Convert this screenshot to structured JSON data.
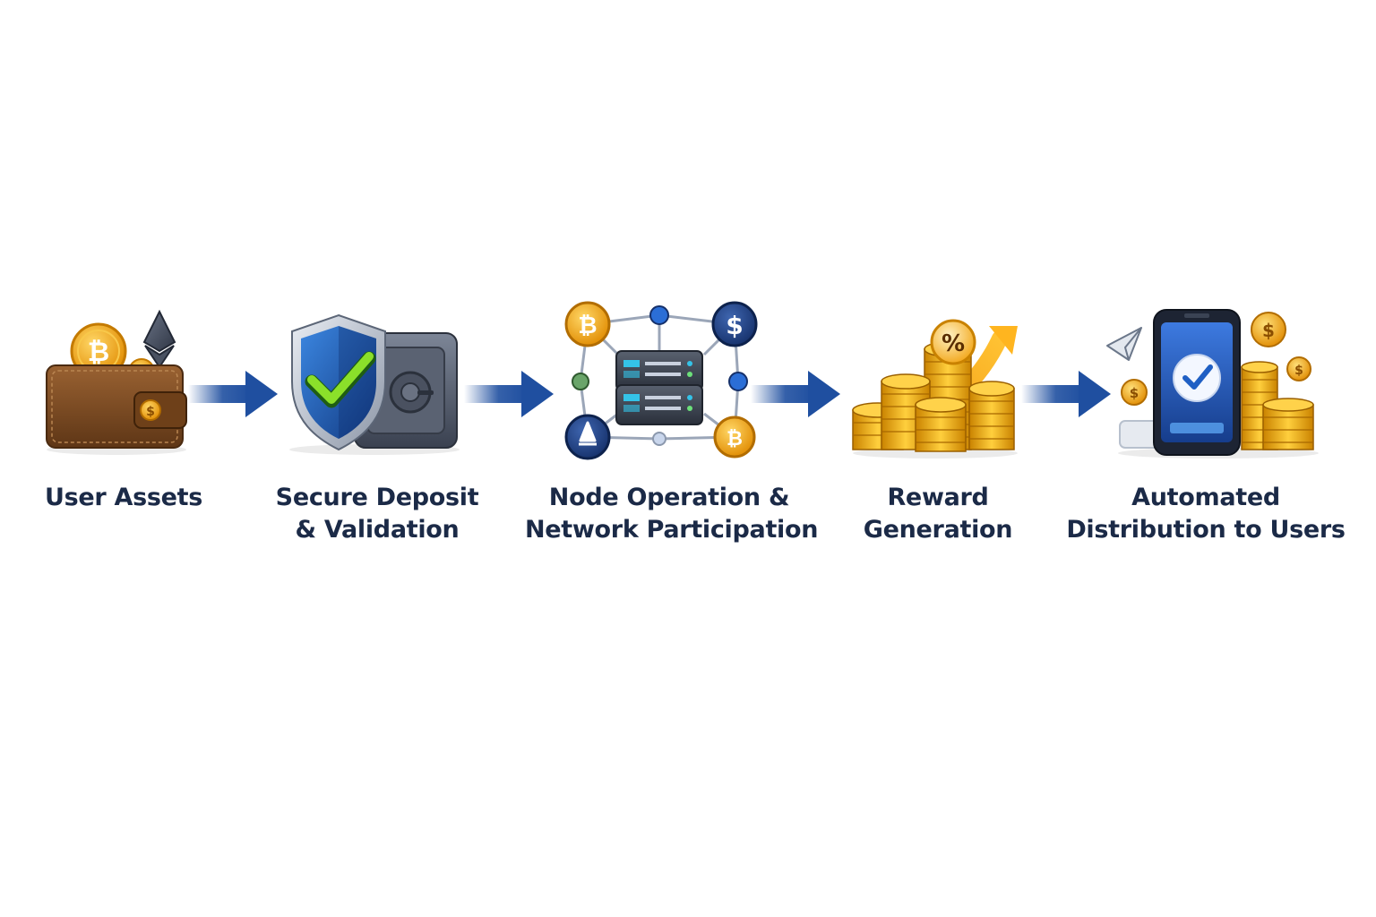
{
  "colors": {
    "label_text": "#1b2a47",
    "arrow_blue": "#1f4fa0",
    "gold": "#f2a516",
    "navy": "#1d3a78",
    "wallet_brown": "#7a4a22",
    "check_green": "#7ed321"
  },
  "steps": [
    {
      "id": "user-assets",
      "icon": "wallet-icon",
      "label_lines": [
        "User Assets"
      ]
    },
    {
      "id": "secure-deposit",
      "icon": "shield-vault-icon",
      "label_lines": [
        "Secure Deposit",
        "& Validation"
      ]
    },
    {
      "id": "node-operation",
      "icon": "server-network-icon",
      "label_lines": [
        "Node Operation &",
        "Network Participation"
      ]
    },
    {
      "id": "reward-generation",
      "icon": "coin-stacks-growth-icon",
      "label_lines": [
        "Reward",
        "Generation"
      ]
    },
    {
      "id": "automated-distribution",
      "icon": "phone-check-coins-icon",
      "label_lines": [
        "Automated",
        "Distribution to Users"
      ]
    }
  ],
  "arrows": [
    "arrow-right-icon",
    "arrow-right-icon",
    "arrow-right-icon",
    "arrow-right-icon"
  ],
  "glyphs": {
    "bitcoin": "₿",
    "dollar": "$",
    "percent": "%"
  }
}
